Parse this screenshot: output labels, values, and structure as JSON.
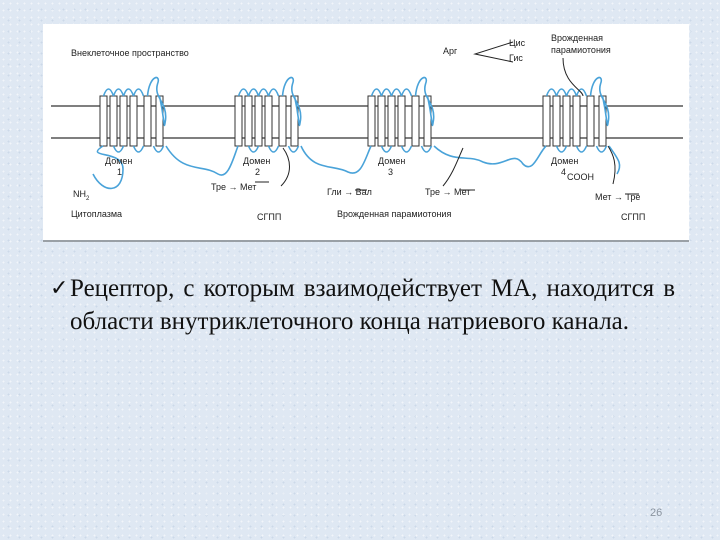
{
  "figure": {
    "extracellular_label": "Внеклеточное пространство",
    "cytoplasm_label": "Цитоплазма",
    "domains": [
      {
        "name": "Домен",
        "number": "1"
      },
      {
        "name": "Домен",
        "number": "2"
      },
      {
        "name": "Домен",
        "number": "3"
      },
      {
        "name": "Домен",
        "number": "4"
      }
    ],
    "n_terminus": "NH",
    "n_terminus_sub": "2",
    "c_terminus": "COOH",
    "top_mutation": {
      "from": "Арг",
      "to_1": "Цис",
      "to_2": "Гис"
    },
    "top_right_label_line1": "Врожденная",
    "top_right_label_line2": "парамиотония",
    "mutation_d2": "Тре → Мет",
    "mutation_gly_val": "Гли → Вал",
    "mutation_d3": "Тре → Мет",
    "mutation_d4": "Мет → Тре",
    "sgpp_label_1": "СГПП",
    "sgpp_label_2": "СГПП",
    "bottom_label": "Врожденная парамиотония"
  },
  "bullet": {
    "mark": "✓",
    "text": "Рецептор, с которым взаимодействует МА, находится в области внутриклеточного конца натриевого канала."
  },
  "slide_number": "26"
}
